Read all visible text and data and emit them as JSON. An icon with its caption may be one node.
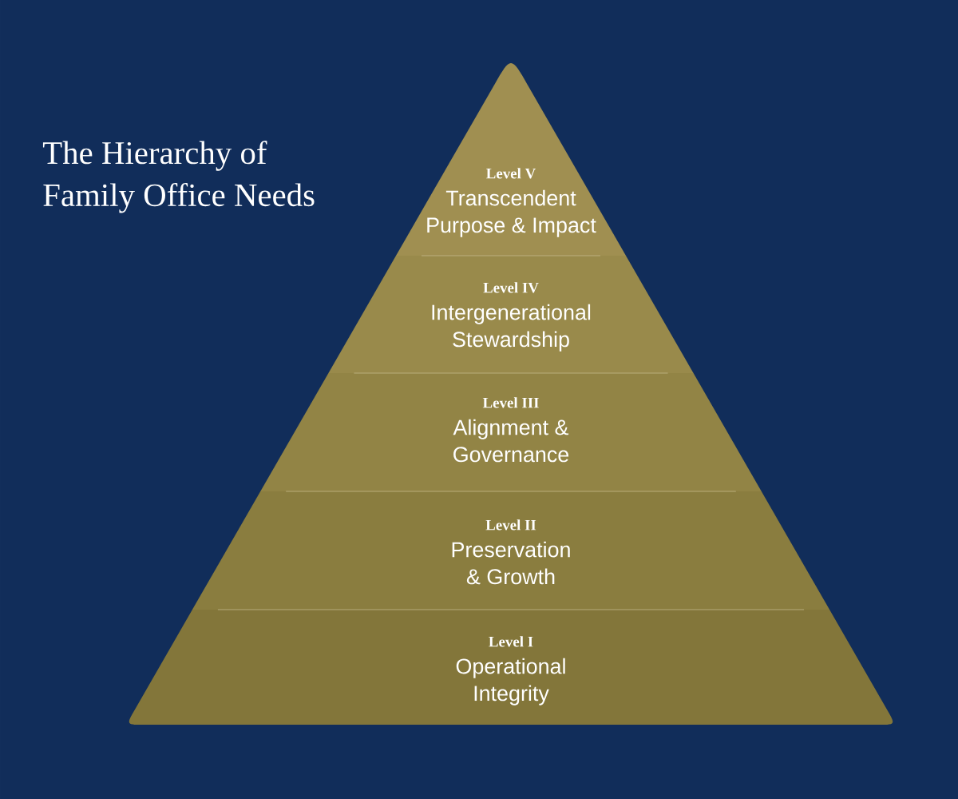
{
  "diagram": {
    "title": "The Hierarchy of Family Office Needs",
    "nodes": [
      {
        "text": [
          "Level V",
          "Transcendent Purpose & Impact"
        ]
      },
      {
        "text": [
          "Level IV",
          "Intergenerational Stewardship"
        ]
      },
      {
        "text": [
          "Level III",
          "Alignment & Governance"
        ]
      },
      {
        "text": [
          "Level II",
          "Preservation & Growth"
        ]
      },
      {
        "text": [
          "Level I",
          "Operational Integrity"
        ]
      }
    ]
  }
}
